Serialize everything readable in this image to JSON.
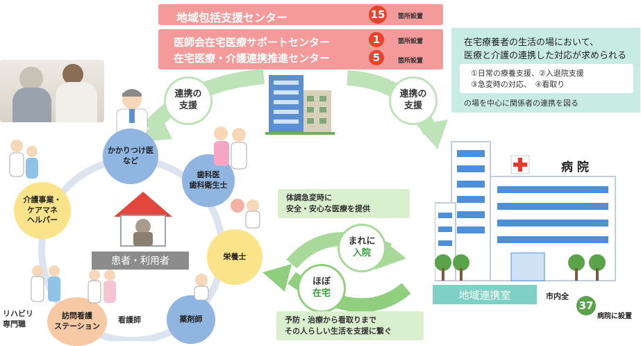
{
  "top_banners": {
    "center": {
      "label": "地域包括支援センター",
      "count": "15",
      "unit": "箇所設置"
    },
    "medical": {
      "line1": "医師会在宅医療サポートセンター",
      "line2": "在宅医療・介護連携推進センター",
      "count1": "1",
      "count2": "5",
      "unit": "箇所設置"
    }
  },
  "info_box": {
    "title_line1": "在宅療養者の生活の場において、",
    "title_line2": "医療と介護の連携した対応が求められる",
    "inner_line1": "①日常の療養支援、②入退院支援",
    "inner_line2": "③急変時の対応、　④看取り",
    "footer": "の場を中心に関係者の連携を図る"
  },
  "bubbles": {
    "left": {
      "line1": "連携の",
      "line2": "支援"
    },
    "right": {
      "line1": "連携の",
      "line2": "支援"
    },
    "mare": {
      "line1": "まれに",
      "line2": "入院"
    },
    "hobo": {
      "line1": "ほぼ",
      "line2": "在宅"
    }
  },
  "circle_nodes": {
    "doctor": {
      "line1": "かかりつけ医",
      "line2": "など"
    },
    "dental": {
      "line1": "歯科医",
      "line2": "歯科衛生士"
    },
    "care": {
      "line1": "介護事業・",
      "line2": "ケアマネ",
      "line3": "ヘルパー"
    },
    "nutrition": {
      "line1": "栄養士"
    },
    "pharmacist": {
      "line1": "薬剤師"
    },
    "nursing": {
      "line1": "訪問看護",
      "line2": "ステーション"
    }
  },
  "labels": {
    "patient": "患者・利用者",
    "rehab_line1": "リハビリ",
    "rehab_line2": "専門職",
    "nurse": "看護師",
    "hospital": "病 院",
    "community_room": "地域連携室",
    "city_count_prefix": "市内全",
    "city_count": "37",
    "city_count_suffix": "病院に設置"
  },
  "green_boxes": {
    "emergency_line1": "体調急変時に",
    "emergency_line2": "安全・安心な医療を提供",
    "prevention_line1": "予防・治療から看取りまで",
    "prevention_line2": "その人らしい生活を支援に繋ぐ"
  },
  "colors": {
    "banner": "#f59a9a",
    "badge": "#e8442b",
    "teal": "#7fd1c6",
    "green_arrow": "#b5dfa6",
    "circle_blue": "#8fb5e0",
    "circle_yellow": "#fbe38a"
  }
}
